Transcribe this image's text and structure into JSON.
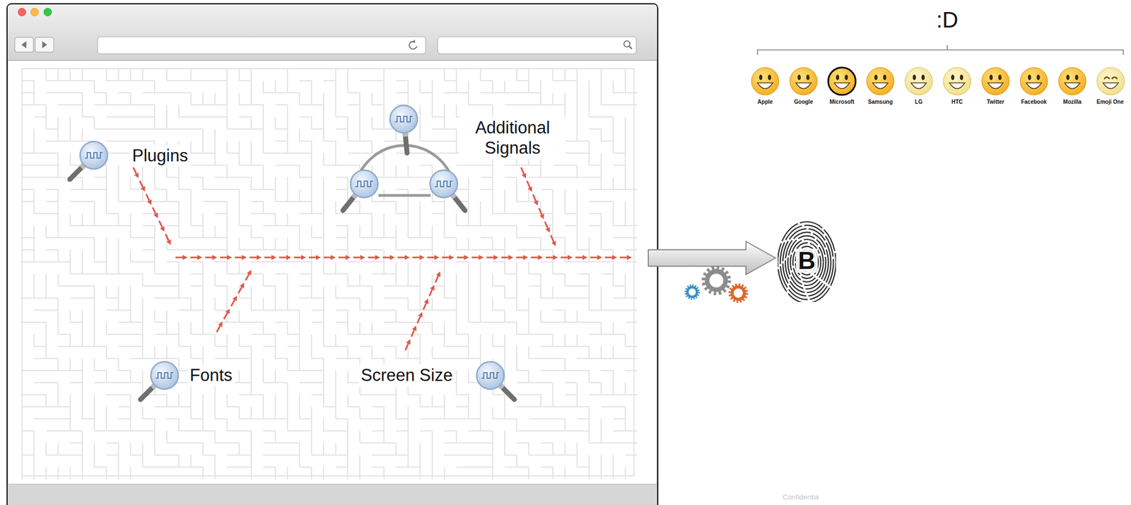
{
  "diagram": {
    "nodes": [
      {
        "text": [
          "B"
        ]
      }
    ],
    "labels": [
      "Plugins",
      "Additional Signals",
      "Fonts",
      "Screen Size",
      ":D",
      "Apple",
      "Google",
      "Microsoft",
      "Samsung",
      "LG",
      "HTC",
      "Twitter",
      "Facebook",
      "Mozilla",
      "Emoji One",
      "Confidentia"
    ]
  }
}
